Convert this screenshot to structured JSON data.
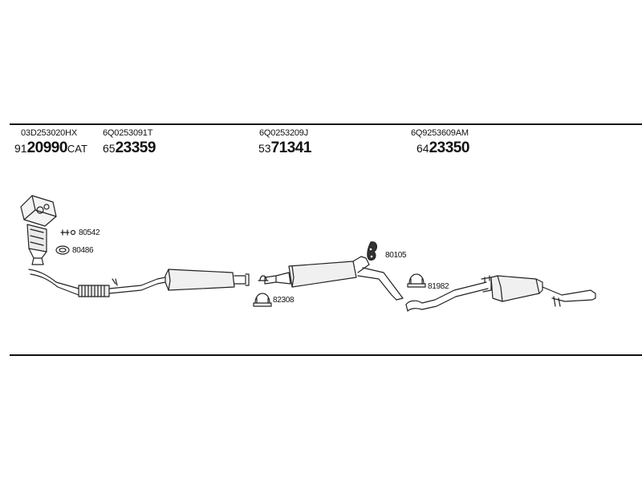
{
  "parts": [
    {
      "oe": "03D253020HX",
      "ref_prefix": "91",
      "ref_main": "20990",
      "ref_suffix": "CAT"
    },
    {
      "oe": "6Q0253091T",
      "ref_prefix": "65",
      "ref_main": "23359",
      "ref_suffix": ""
    },
    {
      "oe": "6Q0253209J",
      "ref_prefix": "53",
      "ref_main": "71341",
      "ref_suffix": ""
    },
    {
      "oe": "6Q9253609AM",
      "ref_prefix": "64",
      "ref_main": "23350",
      "ref_suffix": ""
    }
  ],
  "fittings": [
    {
      "code": "80542",
      "icon": "bolt-nut-icon"
    },
    {
      "code": "80486",
      "icon": "gasket-ring-icon"
    },
    {
      "code": "82308",
      "icon": "u-clamp-icon"
    },
    {
      "code": "80105",
      "icon": "rubber-hanger-icon"
    },
    {
      "code": "81982",
      "icon": "u-clamp-icon"
    }
  ]
}
